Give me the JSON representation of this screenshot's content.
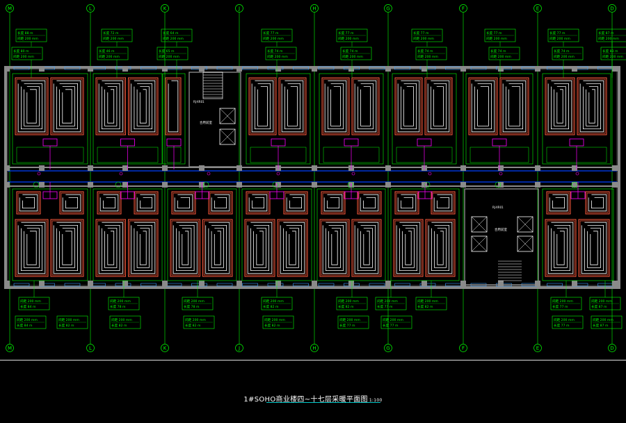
{
  "title": "1#SOHO商业楼四~十七层采暖平面图",
  "scale": "1:100",
  "colors": {
    "background": "#000000",
    "wall": "#8a8a8a",
    "coil_outer": "#ff5a3c",
    "coil_inner": "#ffffff",
    "axis_line": "#00ff00",
    "room_frame": "#00ff00",
    "pipe": "#ff00ff",
    "supply": "#0040ff",
    "stair": "#ffffff",
    "label_box": "#00ff00",
    "label_text": "#00ff00"
  },
  "axes": {
    "columns": [
      "M",
      "L",
      "K",
      "J",
      "H",
      "G",
      "F",
      "E",
      "D"
    ]
  },
  "top_labels_row1": [
    {
      "a": "长度 88 m",
      "b": "间距 200 mm"
    },
    {
      "a": "长度 72 m",
      "b": "间距 200 mm"
    },
    {
      "a": "长度 64 m",
      "b": "间距 200 mm"
    },
    {
      "a": "长度 77 m",
      "b": "间距 200 mm"
    },
    {
      "a": "长度 77 m",
      "b": "间距 200 mm"
    },
    {
      "a": "长度 77 m",
      "b": "间距 200 mm"
    },
    {
      "a": "长度 77 m",
      "b": "间距 200 mm"
    },
    {
      "a": "长度 77 m",
      "b": "间距 200 mm"
    },
    {
      "a": "长度 87 m",
      "b": "间距 200 mm"
    }
  ],
  "top_labels_row2": [
    {
      "a": "长度 80 m",
      "b": "间距 200 mm"
    },
    {
      "a": "长度 46 m",
      "b": "间距 200 mm"
    },
    {
      "a": "长度 65 m",
      "b": "间距 200 mm"
    },
    {
      "a": "长度 74 m",
      "b": "间距 200 mm"
    },
    {
      "a": "长度 74 m",
      "b": "间距 200 mm"
    },
    {
      "a": "长度 74 m",
      "b": "间距 200 mm"
    },
    {
      "a": "长度 74 m",
      "b": "间距 200 mm"
    },
    {
      "a": "长度 74 m",
      "b": "间距 200 mm"
    },
    {
      "a": "长度 83 m",
      "b": "间距 200 mm"
    }
  ],
  "bottom_labels_row1": [
    {
      "a": "间距 200 mm",
      "b": "长度 84 m"
    },
    {
      "a": "间距 200 mm",
      "b": "长度 78 m"
    },
    {
      "a": "间距 200 mm",
      "b": "长度 78 m"
    },
    {
      "a": "间距 200 mm",
      "b": "长度 82 m"
    },
    {
      "a": "间距 200 mm",
      "b": "长度 82 m"
    },
    {
      "a": "间距 200 mm",
      "b": "长度 82 m"
    },
    {
      "a": "间距 200 mm",
      "b": "长度 77 m"
    },
    {
      "a": "间距 200 mm",
      "b": "长度 77 m"
    },
    {
      "a": "间距 200 mm",
      "b": "长度 87 m"
    }
  ],
  "bottom_labels_row2": [
    {
      "a": "间距 200 mm",
      "b": "长度 84 m"
    },
    {
      "a": "间距 200 mm",
      "b": "长度 82 m"
    },
    {
      "a": "间距 200 mm",
      "b": "长度 82 m"
    },
    {
      "a": "间距 200 mm",
      "b": "长度 82 m"
    },
    {
      "a": "间距 200 mm",
      "b": "长度 82 m"
    },
    {
      "a": "间距 200 mm",
      "b": "长度 77 m"
    },
    {
      "a": "间距 200 mm",
      "b": "长度 77 m"
    },
    {
      "a": "间距 200 mm",
      "b": "长度 77 m"
    },
    {
      "a": "间距 200 mm",
      "b": "长度 87 m"
    }
  ],
  "room_labels": {
    "core_upper": "合用前室",
    "core_lower": "合用前室",
    "pipe_shaft": "RJ-XR01",
    "corridor_tag": "RJ-XR01"
  }
}
